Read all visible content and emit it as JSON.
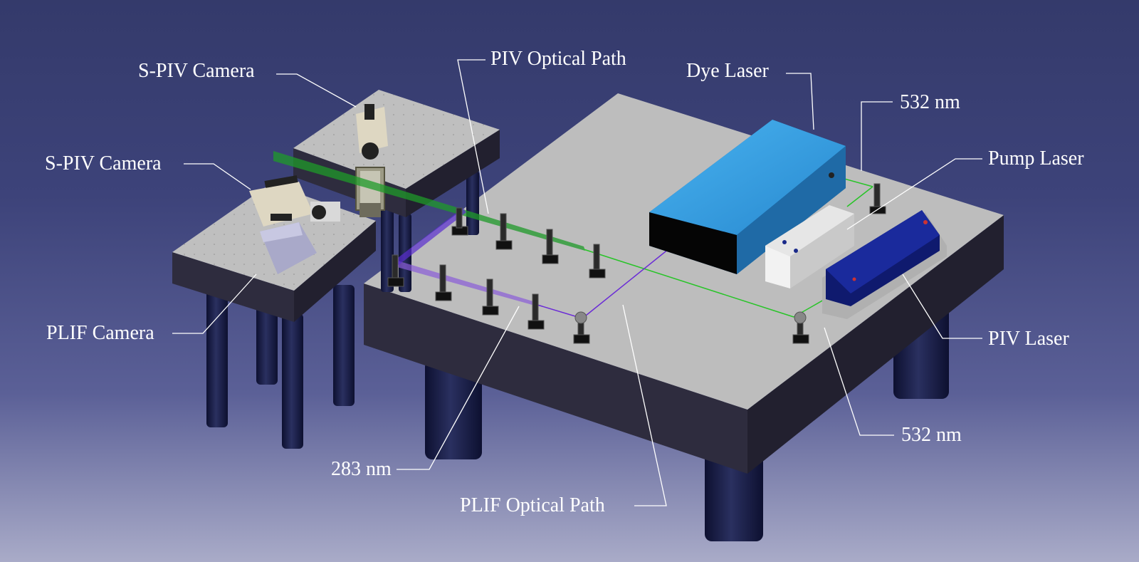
{
  "labels": {
    "spiv_camera_top": "S-PIV Camera",
    "spiv_camera_mid": "S-PIV Camera",
    "plif_camera": "PLIF Camera",
    "piv_optical_path": "PIV Optical Path",
    "dye_laser": "Dye Laser",
    "wavelength_532_top": "532 nm",
    "pump_laser": "Pump Laser",
    "piv_laser": "PIV Laser",
    "wavelength_532_bottom": "532 nm",
    "wavelength_283": "283 nm",
    "plif_optical_path": "PLIF Optical Path"
  },
  "colors": {
    "background_top": "#343a6b",
    "background_bottom": "#a9abc8",
    "table_top": "#bdbdbd",
    "table_side": "#2e2c3e",
    "legs": "#1c2048",
    "dye_laser_body": "#2f98de",
    "piv_laser_body": "#14237e",
    "beam_532": "#27c427",
    "beam_283": "#6a2bd6",
    "leader_lines": "#ffffff"
  }
}
